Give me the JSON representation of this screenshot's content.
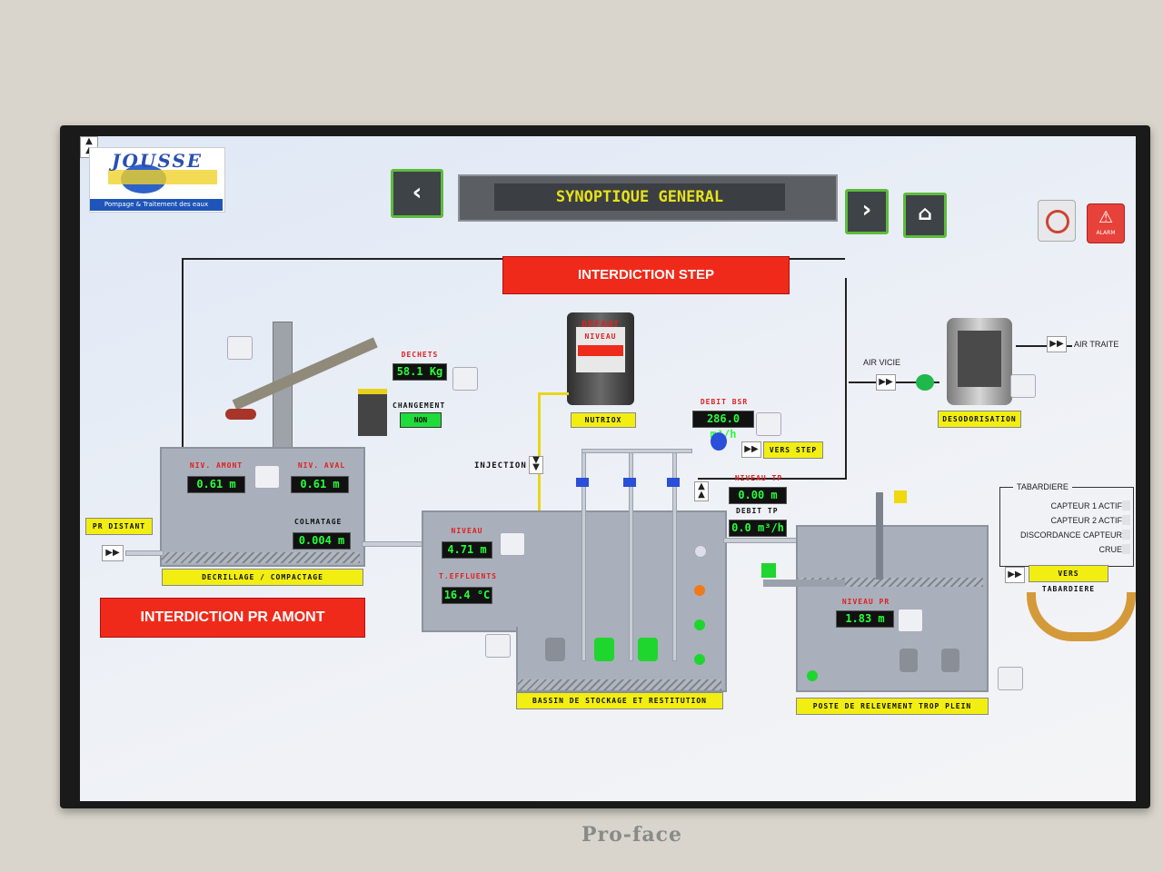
{
  "header": {
    "logo_text": "JOUSSE",
    "logo_subtitle": "Pompage & Traitement des eaux",
    "title": "SYNOPTIQUE GENERAL",
    "back_icon": "chevron-left-icon",
    "forward_icon": "chevron-right-icon",
    "home_icon": "home-icon",
    "alarm_label": "ALARM"
  },
  "banners": {
    "interdiction_step": "INTERDICTION STEP",
    "interdiction_pr_amont": "INTERDICTION PR AMONT"
  },
  "degrillage": {
    "dechets_label": "DECHETS",
    "dechets_value": "58.1 Kg",
    "changement_label": "CHANGEMENT",
    "changement_value": "NON",
    "niv_amont_label": "NIV. AMONT",
    "niv_amont_value": "0.61 m",
    "niv_aval_label": "NIV. AVAL",
    "niv_aval_value": "0.61 m",
    "colmatage_label": "COLMATAGE",
    "colmatage_value": "0.004 m",
    "name": "DECRILLAGE / COMPACTAGE",
    "pr_distant": "PR DISTANT"
  },
  "nutriox": {
    "defaut_label": "DEFAUT",
    "niveau_label": "NIVEAU",
    "name": "NUTRIOX",
    "injection_label": "INJECTION"
  },
  "bassin": {
    "niveau_label": "NIVEAU",
    "niveau_value": "4.71 m",
    "temp_label": "T.EFFLUENTS",
    "temp_value": "16.4 °C",
    "name": "BASSIN DE STOCKAGE ET RESTITUTION"
  },
  "step": {
    "debit_bsr_label": "DEBIT BSR",
    "debit_bsr_value": "286.0 m³/h",
    "vers_step": "VERS STEP",
    "niveau_tp_label": "NIVEAU TP",
    "niveau_tp_value": "0.00 m",
    "debit_tp_label": "DEBIT TP",
    "debit_tp_value": "0.0 m³/h"
  },
  "desodorisation": {
    "air_vicie": "AIR VICIE",
    "air_traite": "AIR TRAITE",
    "name": "DESODORISATION"
  },
  "tabardiere": {
    "title": "TABARDIERE",
    "items": [
      "CAPTEUR 1 ACTIF",
      "CAPTEUR 2 ACTIF",
      "DISCORDANCE CAPTEUR",
      "CRUE"
    ],
    "vers_tabardiere": "VERS TABARDIERE"
  },
  "poste": {
    "niveau_pr_label": "NIVEAU PR",
    "niveau_pr_value": "1.83 m",
    "name": "POSTE DE RELEVEMENT TROP PLEIN"
  },
  "device_brand": "Pro-face",
  "colors": {
    "lcd_text": "#26ff3a",
    "alarm_red": "#f02a1a",
    "label_yellow": "#f2ee12",
    "nav_green": "#5dbb3c"
  }
}
